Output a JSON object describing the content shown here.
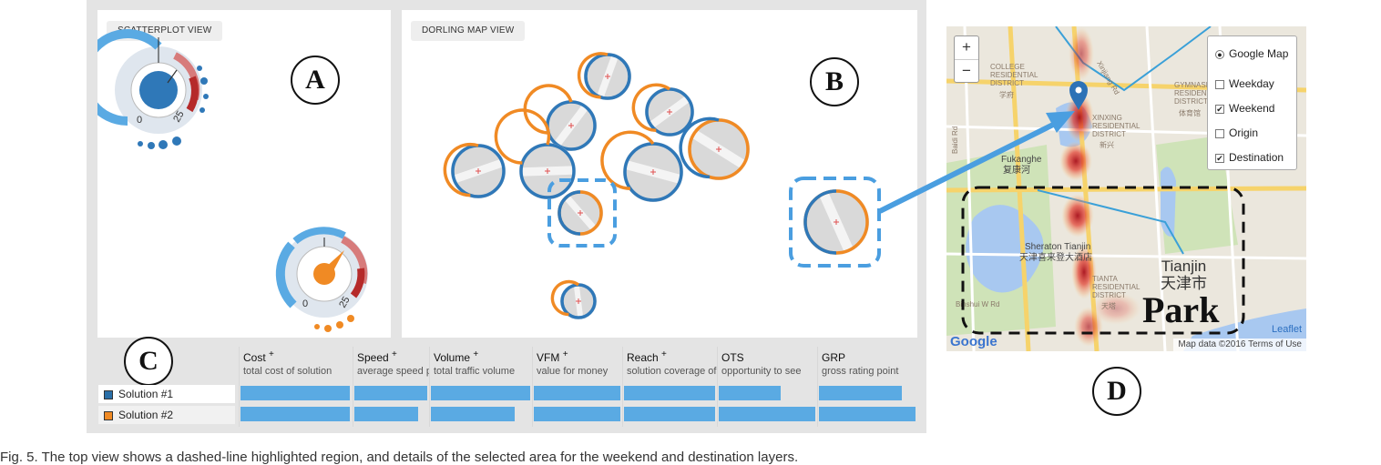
{
  "scatterplot_view": {
    "tab_label": "SCATTERPLOT VIEW",
    "marker": "A",
    "glyph_top": {
      "min_label": "0",
      "max_label": "25"
    },
    "glyph_bottom": {
      "min_label": "0",
      "max_label": "25"
    }
  },
  "dorling_view": {
    "tab_label": "DORLING MAP VIEW",
    "marker": "B"
  },
  "table_marker": "C",
  "map_marker": "D",
  "table": {
    "columns": [
      {
        "name": "Cost",
        "sort": "+",
        "desc": "total cost of solution"
      },
      {
        "name": "Speed",
        "sort": "+",
        "desc": "average speed per solution"
      },
      {
        "name": "Volume",
        "sort": "+",
        "desc": "total traffic volume"
      },
      {
        "name": "VFM",
        "sort": "+",
        "desc": "value for money"
      },
      {
        "name": "Reach",
        "sort": "+",
        "desc": "solution coverage of targets"
      },
      {
        "name": "OTS",
        "sort": "",
        "desc": "opportunity to see"
      },
      {
        "name": "GRP",
        "sort": "",
        "desc": "gross rating point"
      }
    ],
    "rows": [
      {
        "label": "Solution #1",
        "color": "#2a6fa8",
        "values": [
          1.0,
          1.0,
          1.0,
          1.0,
          1.0,
          0.64,
          0.86
        ]
      },
      {
        "label": "Solution #2",
        "color": "#f08a24",
        "values": [
          1.0,
          0.88,
          0.84,
          1.0,
          1.0,
          1.0,
          1.0
        ]
      }
    ]
  },
  "map": {
    "zoom_in": "+",
    "zoom_out": "−",
    "layers": [
      {
        "label": "Google Map",
        "type": "radio",
        "checked": true
      },
      {
        "label": "Weekday",
        "type": "checkbox",
        "checked": false
      },
      {
        "label": "Weekend",
        "type": "checkbox",
        "checked": true
      },
      {
        "label": "Origin",
        "type": "checkbox",
        "checked": false
      },
      {
        "label": "Destination",
        "type": "checkbox",
        "checked": true
      }
    ],
    "labels": {
      "college": "COLLEGE\nRESIDENTIAL\nDISTRICT",
      "college_zh": "学府",
      "gymnasium": "GYMNASIUM\nRESIDENTIAL\nDISTRICT",
      "gymnasium_zh": "体育馆",
      "xinxing": "XINXING\nRESIDENTIAL\nDISTRICT",
      "xinxing_zh": "新兴",
      "fukanghe": "Fukanghe",
      "fukanghe_zh": "复康河",
      "sheraton": "Sheraton Tianjin",
      "sheraton_zh": "天津喜来登大酒店",
      "tianta": "TIANTA\nRESIDENTIAL\nDISTRICT",
      "tianta_zh": "天塔",
      "road1": "Xinjiang Rd",
      "road2": "Baidi Rd",
      "road3": "Binshui W Rd",
      "city": "Tianjin",
      "city_zh": "天津市",
      "park": "Park"
    },
    "leaflet": "Leaflet",
    "google": "Google",
    "attribution": "Map data ©2016   Terms of Use"
  },
  "caption": "Fig. 5. The top view shows a dashed-line highlighted region, and details of the selected area for the weekend and destination layers."
}
